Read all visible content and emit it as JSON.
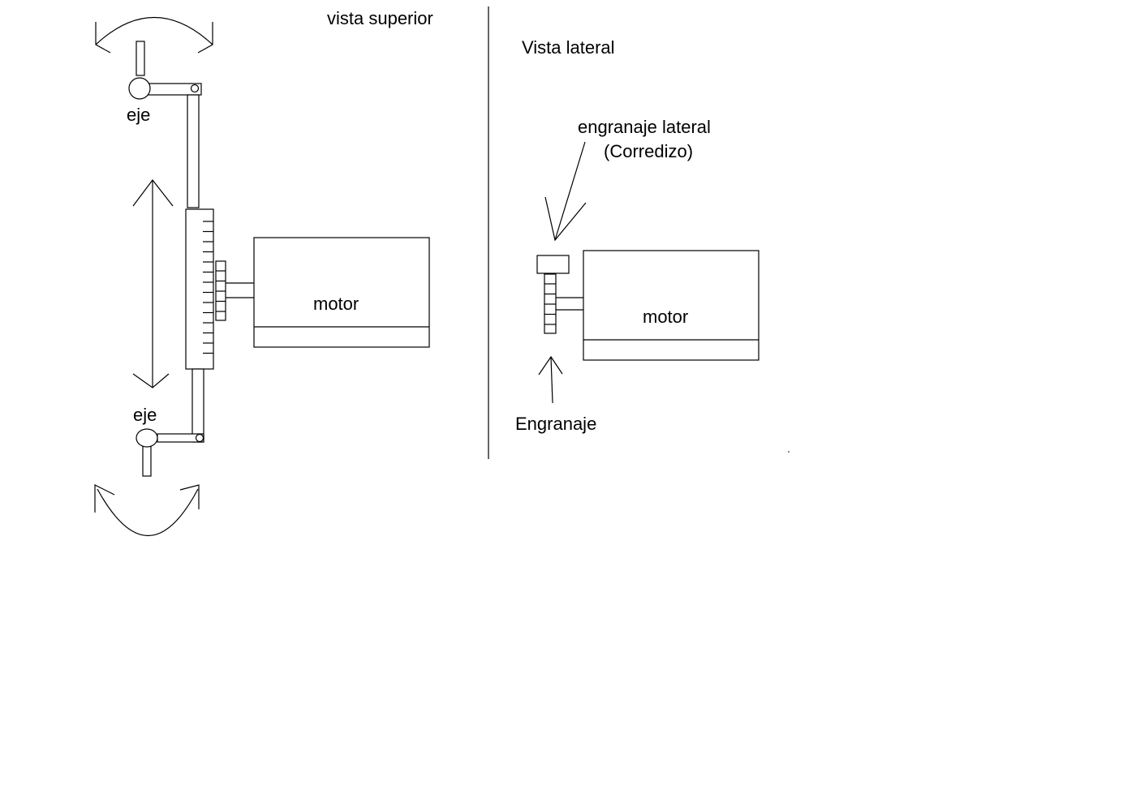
{
  "diagram": {
    "top_view_title": "vista superior",
    "side_view_title": "Vista lateral",
    "labels": {
      "axis_top": "eje",
      "axis_bottom": "eje",
      "motor_top_view": "motor",
      "motor_side_view": "motor",
      "side_gear_line1": "engranaje lateral",
      "side_gear_line2": "(Corredizo)",
      "gear": "Engranaje"
    }
  },
  "colors": {
    "stroke": "#000000",
    "background": "#ffffff"
  }
}
